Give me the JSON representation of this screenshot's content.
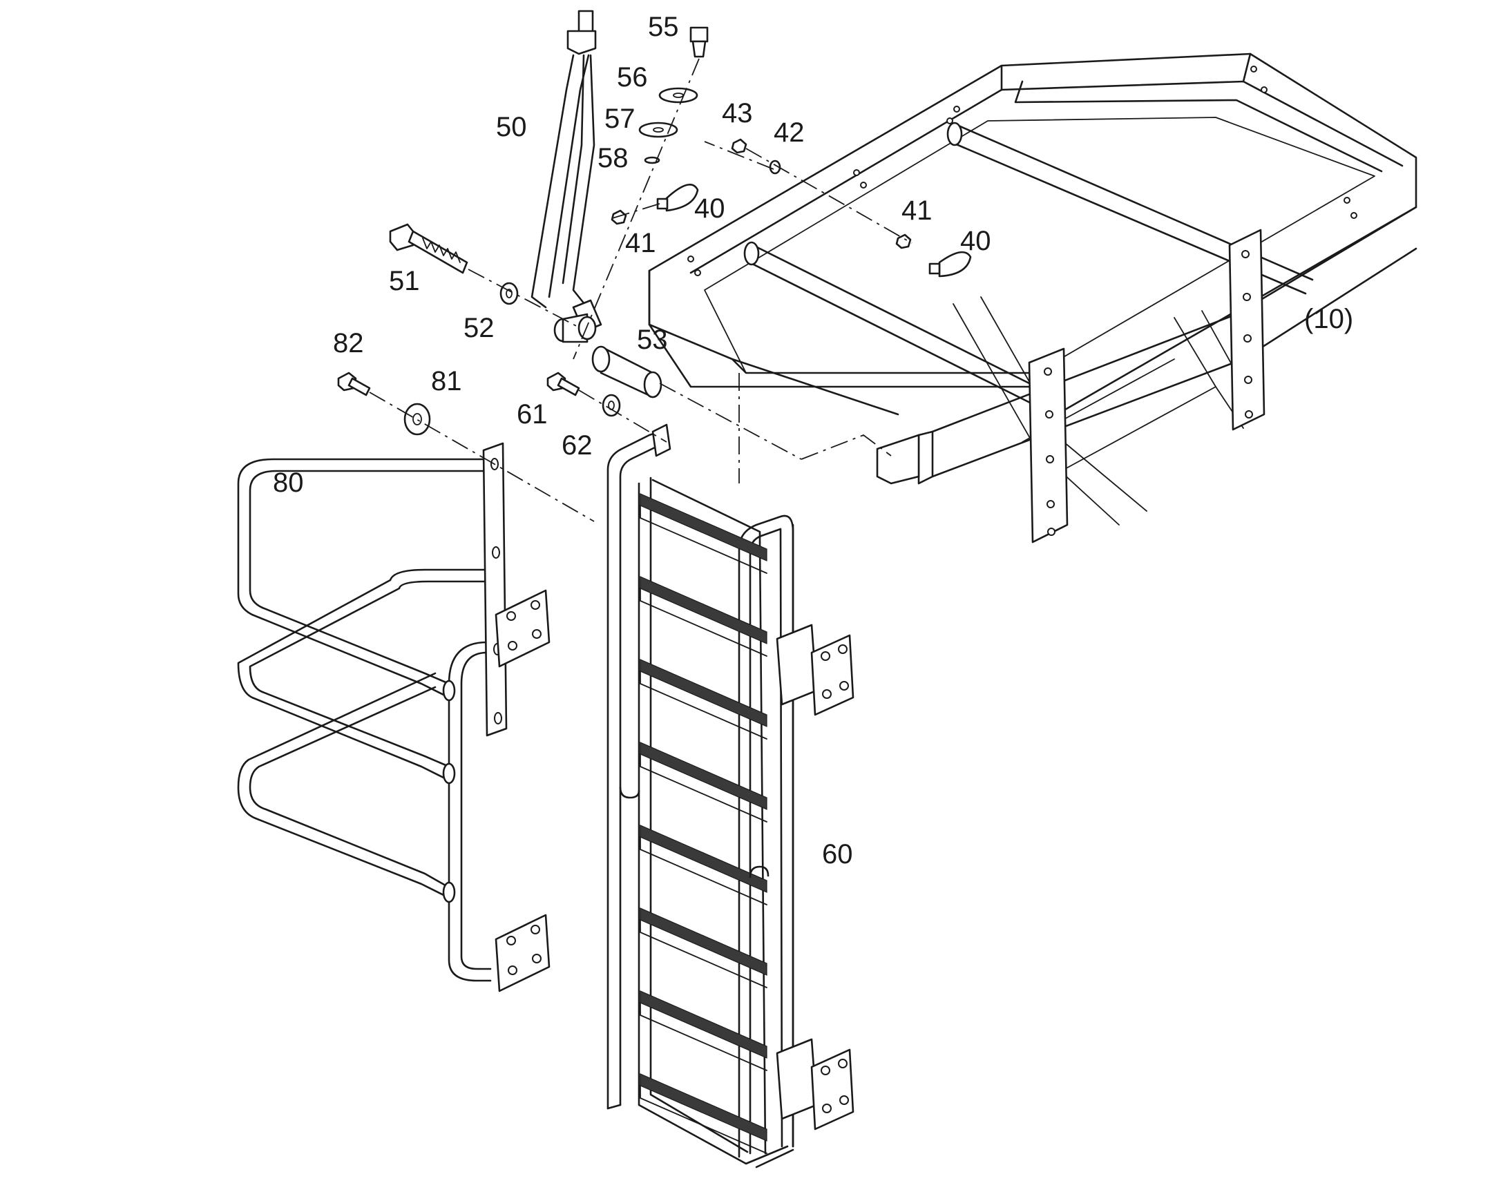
{
  "callouts": {
    "c55": "55",
    "c56": "56",
    "c57": "57",
    "c58": "58",
    "c50": "50",
    "c43": "43",
    "c42": "42",
    "c40a": "40",
    "c41a": "41",
    "c41b": "41",
    "c40b": "40",
    "c51": "51",
    "c52": "52",
    "c53": "53",
    "c10": "(10)",
    "c82": "82",
    "c81": "81",
    "c61": "61",
    "c62": "62",
    "c80": "80",
    "c60": "60"
  }
}
